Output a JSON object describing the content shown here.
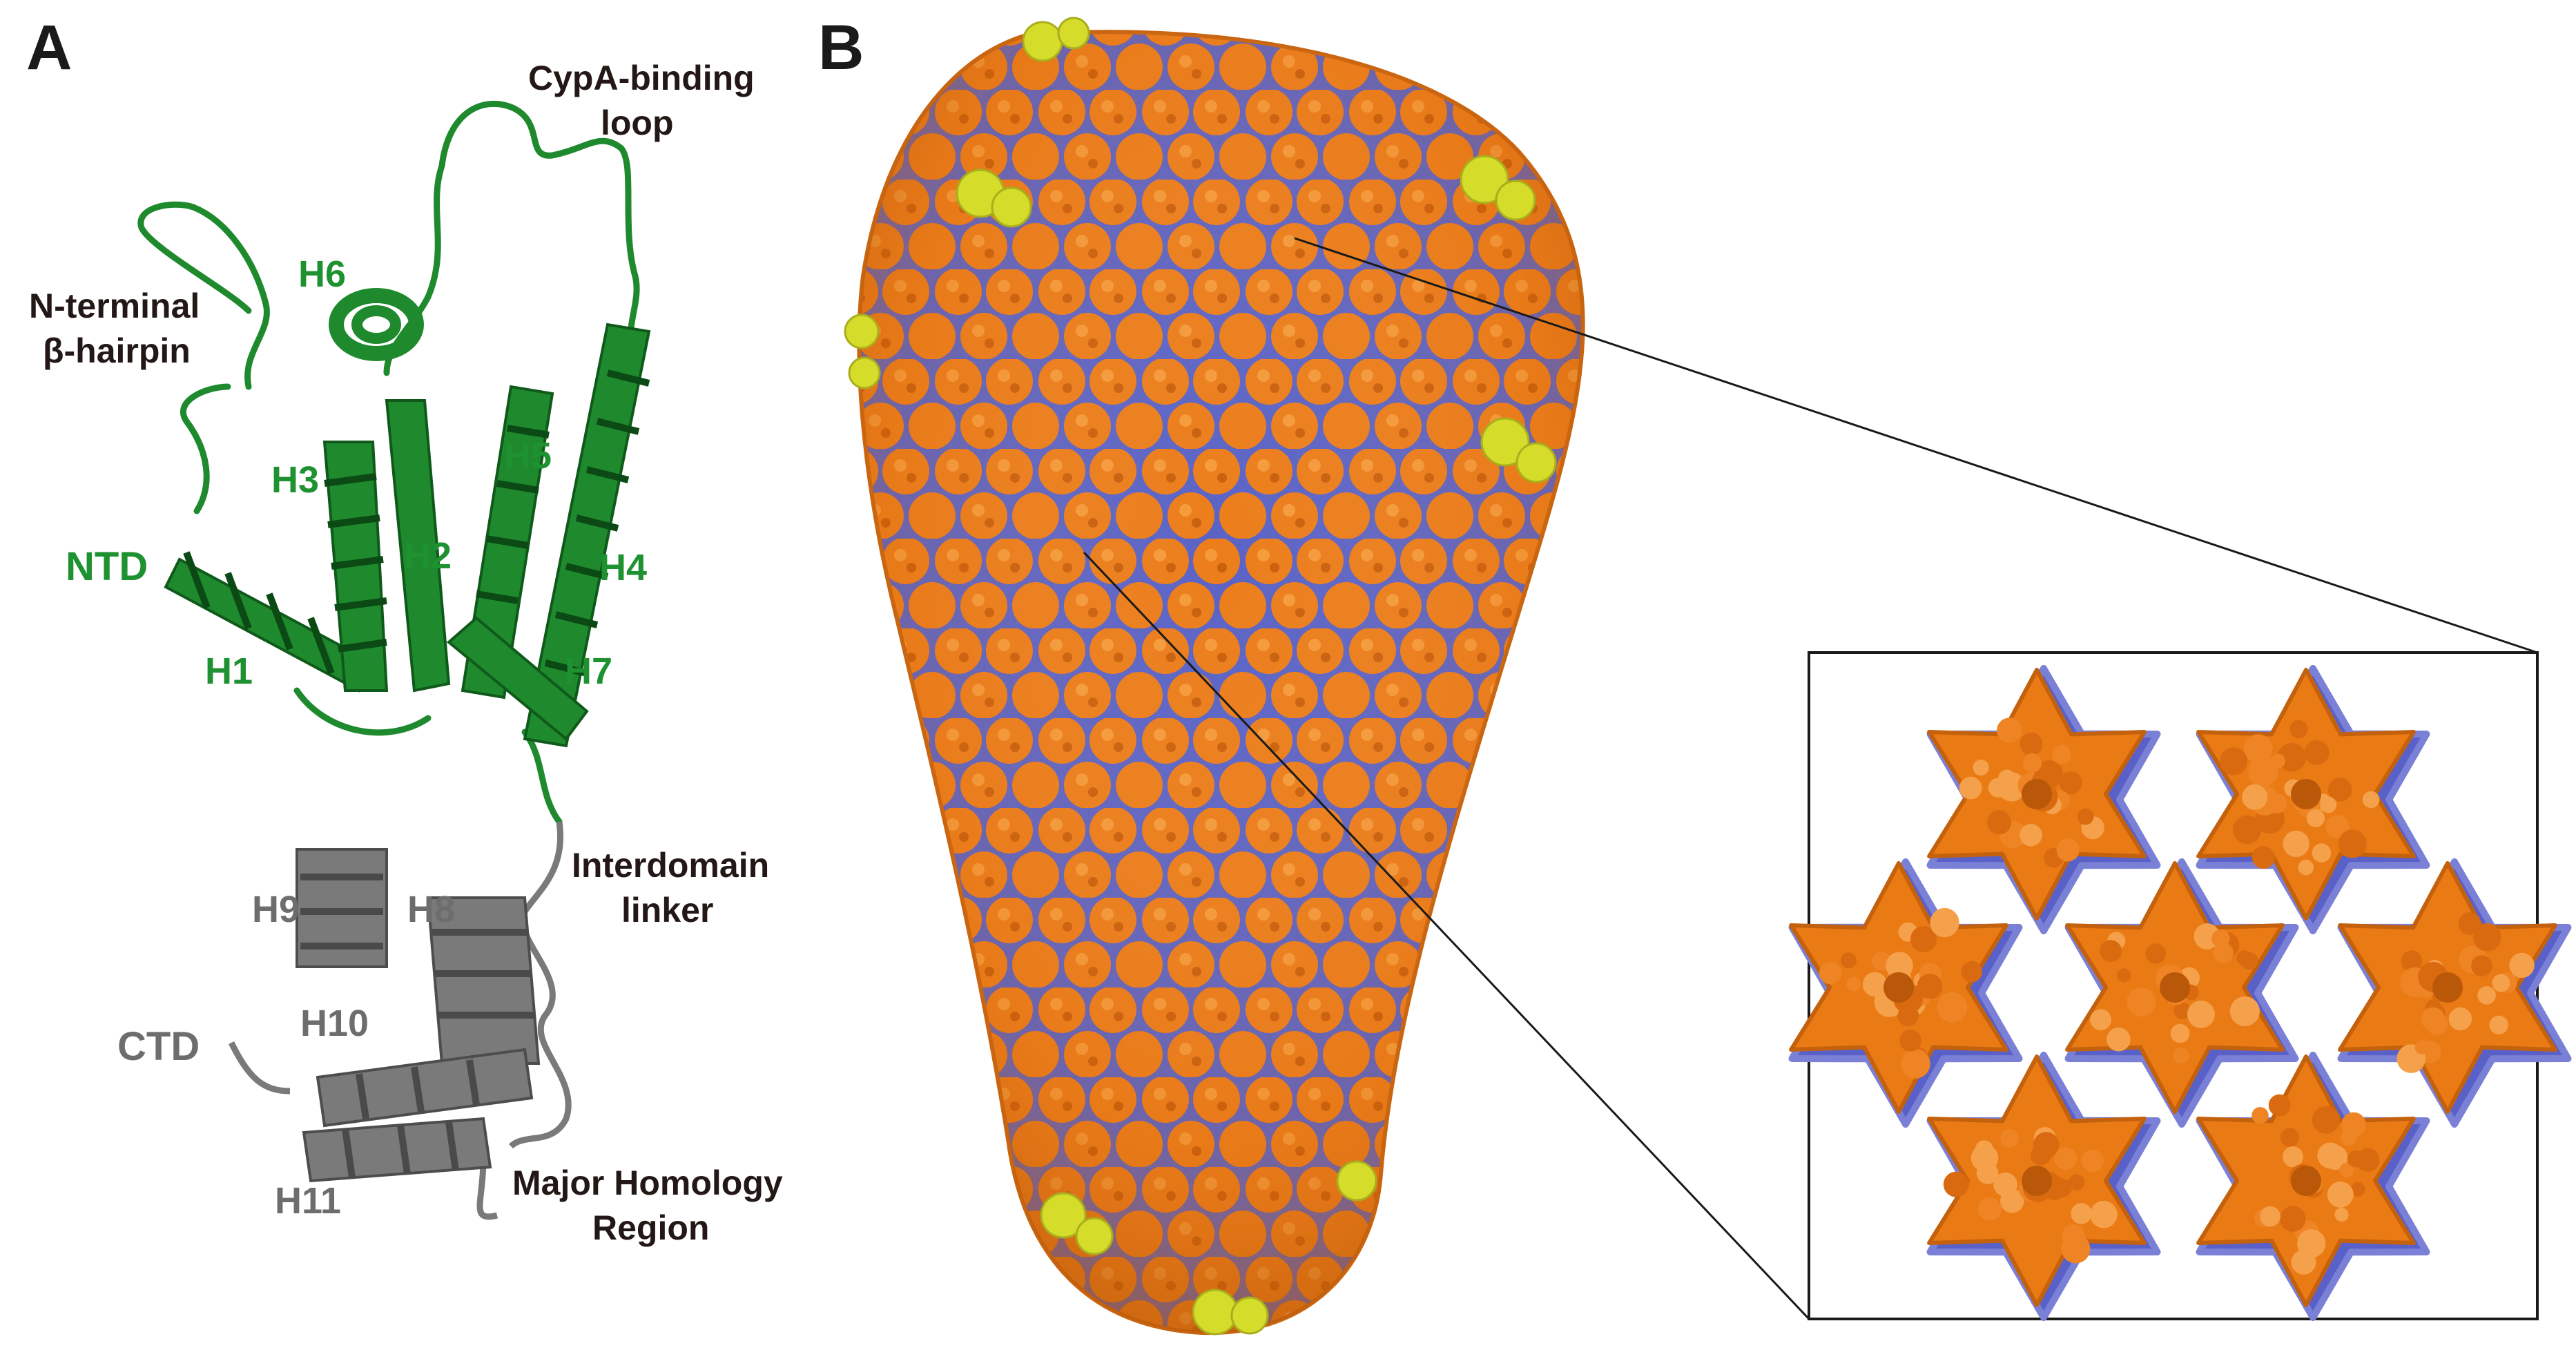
{
  "panels": {
    "a": "A",
    "b": "B"
  },
  "labels": {
    "cypa_line1": "CypA-binding",
    "cypa_line2": "loop",
    "nterm_line1": "N-terminal",
    "nterm_line2": "β-hairpin",
    "h1": "H1",
    "h2": "H2",
    "h3": "H3",
    "h4": "H4",
    "h5": "H5",
    "h6": "H6",
    "h7": "H7",
    "ntd": "NTD",
    "h8": "H8",
    "h9": "H9",
    "h10": "H10",
    "h11": "H11",
    "ctd": "CTD",
    "linker_line1": "Interdomain",
    "linker_line2": "linker",
    "mhr_line1": "Major Homology",
    "mhr_line2": "Region"
  },
  "colors": {
    "ntd_green": "#1e9130",
    "ctd_gray": "#6d6d6d",
    "capsid_orange": "#ea7a14",
    "capsid_blue": "#5961c8",
    "pentamer_yellow": "#d5dc2a"
  }
}
